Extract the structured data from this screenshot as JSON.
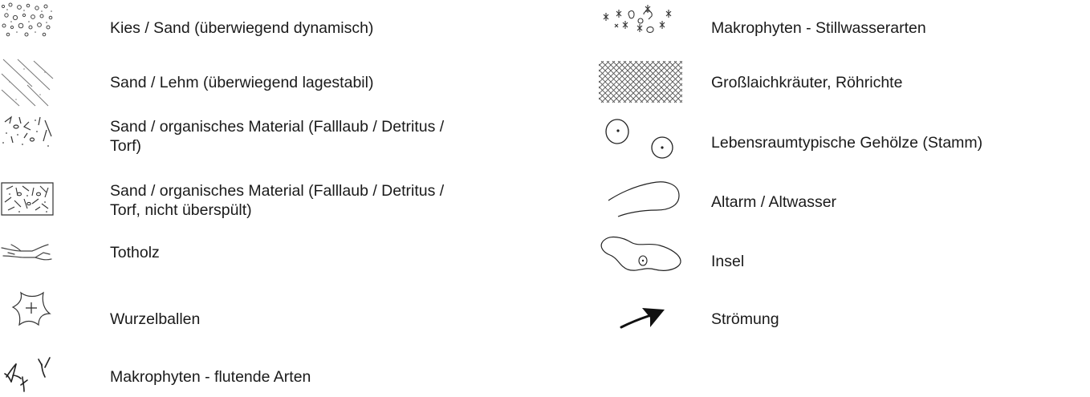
{
  "legend": {
    "left": [
      {
        "label": "Kies / Sand (überwiegend dynamisch)",
        "icon": "gravel-sand-pattern-icon"
      },
      {
        "label": "Sand / Lehm (überwiegend lagestabil)",
        "icon": "sand-loam-hatch-icon"
      },
      {
        "label_lines": [
          "Sand / organisches Material (Falllaub / Detritus /",
          "Torf)"
        ],
        "icon": "sand-organic-material-icon"
      },
      {
        "label_lines": [
          "Sand / organisches Material (Falllaub / Detritus /",
          "Torf, nicht überspült)"
        ],
        "icon": "sand-organic-not-flooded-icon"
      },
      {
        "label": "Totholz",
        "icon": "deadwood-icon"
      },
      {
        "label": "Wurzelballen",
        "icon": "root-ball-icon"
      },
      {
        "label": "Makrophyten - flutende Arten",
        "icon": "floating-macrophytes-icon"
      }
    ],
    "right": [
      {
        "label": "Makrophyten - Stillwasserarten",
        "icon": "still-water-macrophytes-icon"
      },
      {
        "label": "Großlaichkräuter, Röhrichte",
        "icon": "crosshatch-reeds-icon"
      },
      {
        "label": "Lebensraumtypische Gehölze (Stamm)",
        "icon": "tree-trunks-icon"
      },
      {
        "label": "Altarm / Altwasser",
        "icon": "oxbow-icon"
      },
      {
        "label": "Insel",
        "icon": "island-icon"
      },
      {
        "label": "Strömung",
        "icon": "flow-arrow-icon"
      }
    ]
  }
}
